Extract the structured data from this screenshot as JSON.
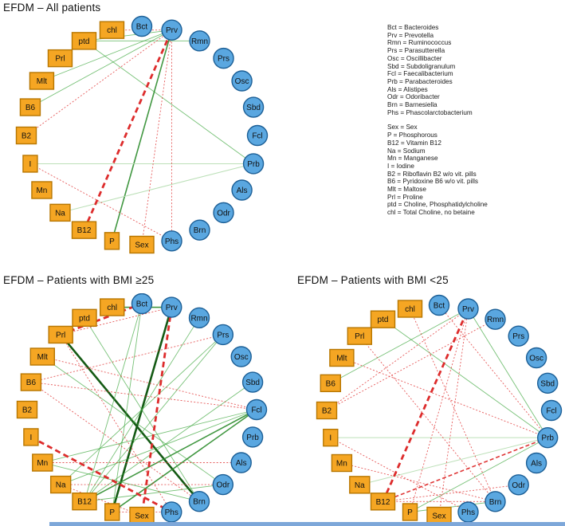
{
  "figure": {
    "titles": {
      "all": "EFDM – All patients",
      "bmi_ge": "EFDM – Patients with BMI ≥25",
      "bmi_lt": "EFDM – Patients with BMI <25"
    }
  },
  "legend": {
    "bacteria": [
      "Bct = Bacteroides",
      "Prv = Prevotella",
      "Rmn = Ruminococcus",
      "Prs = Parasutterella",
      "Osc = Oscillibacter",
      "Sbd = Subdoligranulum",
      "Fcl = Faecalibacterium",
      "Prb = Parabacteroides",
      "Als = Alistipes",
      "Odr = Odoribacter",
      "Brn = Barnesiella",
      "Phs = Phascolarctobacterium"
    ],
    "nutrients": [
      "Sex = Sex",
      "P = Phosphorous",
      "B12 = Vitamin B12",
      "Na = Sodium",
      "Mn = Manganese",
      "I = Iodine",
      "B2 = Riboflavin B2 w/o vit. pills",
      "B6 = Pyridoxine B6 w/o vit. pills",
      "Mlt = Maltose",
      "Prl = Proline",
      "ptd = Choline, Phosphatidylcholine",
      "chl = Total Choline, no betaine"
    ]
  },
  "chart_data": {
    "type": "network",
    "description": "Three circular correlation networks between nutrients (orange squares) and gut bacteria genera (blue circles). Green solid lines = positive associations, red dashed/dotted lines = negative associations; line thickness = association strength.",
    "node_styles": {
      "square": {
        "fill": "#F5A623",
        "stroke": "#B77600",
        "text": "#111111"
      },
      "circle": {
        "fill": "#5AA7E0",
        "stroke": "#1C5F96",
        "text": "#111111"
      }
    },
    "edge_styles": {
      "pos": {
        "color": "#3DA63D",
        "width": 0.9,
        "dash": "",
        "opacity": 0.7
      },
      "pos_pale": {
        "color": "#B5DDB0",
        "width": 1.0,
        "dash": "",
        "opacity": 0.9
      },
      "pos_med": {
        "color": "#2C8C2C",
        "width": 1.6,
        "dash": "",
        "opacity": 0.9
      },
      "pos_strong": {
        "color": "#145A14",
        "width": 2.6,
        "dash": "",
        "opacity": 1
      },
      "neg": {
        "color": "#E03131",
        "width": 0.9,
        "dash": "2,2.2",
        "opacity": 0.8
      },
      "neg_med": {
        "color": "#DD2C2C",
        "width": 1.6,
        "dash": "5,3",
        "opacity": 0.95
      },
      "neg_strong": {
        "color": "#DD2C2C",
        "width": 2.8,
        "dash": "7,4.5",
        "opacity": 1
      }
    },
    "nodes": [
      {
        "id": "Bct",
        "shape": "circle",
        "angle": 90
      },
      {
        "id": "Prv",
        "shape": "circle",
        "angle": 75
      },
      {
        "id": "Rmn",
        "shape": "circle",
        "angle": 60
      },
      {
        "id": "Prs",
        "shape": "circle",
        "angle": 45
      },
      {
        "id": "Osc",
        "shape": "circle",
        "angle": 30
      },
      {
        "id": "Sbd",
        "shape": "circle",
        "angle": 15
      },
      {
        "id": "Fcl",
        "shape": "circle",
        "angle": 0
      },
      {
        "id": "Prb",
        "shape": "circle",
        "angle": -15
      },
      {
        "id": "Als",
        "shape": "circle",
        "angle": -30
      },
      {
        "id": "Odr",
        "shape": "circle",
        "angle": -45
      },
      {
        "id": "Brn",
        "shape": "circle",
        "angle": -60
      },
      {
        "id": "Phs",
        "shape": "circle",
        "angle": -75
      },
      {
        "id": "Sex",
        "shape": "square",
        "angle": -90
      },
      {
        "id": "P",
        "shape": "square",
        "angle": -105
      },
      {
        "id": "B12",
        "shape": "square",
        "angle": -120
      },
      {
        "id": "Na",
        "shape": "square",
        "angle": -135
      },
      {
        "id": "Mn",
        "shape": "square",
        "angle": -150
      },
      {
        "id": "I",
        "shape": "square",
        "angle": -165
      },
      {
        "id": "B2",
        "shape": "square",
        "angle": 180
      },
      {
        "id": "B6",
        "shape": "square",
        "angle": 165
      },
      {
        "id": "Mlt",
        "shape": "square",
        "angle": 150
      },
      {
        "id": "Prl",
        "shape": "square",
        "angle": 135
      },
      {
        "id": "ptd",
        "shape": "square",
        "angle": 120
      },
      {
        "id": "chl",
        "shape": "square",
        "angle": 105
      }
    ],
    "networks": [
      {
        "id": "all",
        "title": "EFDM – All patients",
        "edges": [
          [
            "ptd",
            "Prv",
            "pos"
          ],
          [
            "ptd",
            "Rmn",
            "pos"
          ],
          [
            "ptd",
            "Prb",
            "pos"
          ],
          [
            "Mlt",
            "Prv",
            "pos"
          ],
          [
            "B6",
            "Prv",
            "pos"
          ],
          [
            "P",
            "Prv",
            "pos_med"
          ],
          [
            "I",
            "Prb",
            "pos_pale"
          ],
          [
            "Na",
            "Prb",
            "pos_pale"
          ],
          [
            "chl",
            "Prv",
            "neg"
          ],
          [
            "B2",
            "Prv",
            "neg"
          ],
          [
            "I",
            "Phs",
            "neg"
          ],
          [
            "Sex",
            "Prv",
            "neg"
          ],
          [
            "Phs",
            "Prv",
            "neg"
          ],
          [
            "B12",
            "Prv",
            "neg_strong"
          ]
        ]
      },
      {
        "id": "bmi_ge",
        "title": "EFDM – Patients with BMI ≥25",
        "edges": [
          [
            "P",
            "Prv",
            "pos_strong"
          ],
          [
            "Prl",
            "Brn",
            "pos_strong"
          ],
          [
            "chl",
            "Prv",
            "pos_med"
          ],
          [
            "B12",
            "Fcl",
            "pos_med"
          ],
          [
            "P",
            "Fcl",
            "pos_med"
          ],
          [
            "ptd",
            "Brn",
            "pos"
          ],
          [
            "Bct",
            "B12",
            "pos"
          ],
          [
            "Bct",
            "P",
            "pos"
          ],
          [
            "Rmn",
            "B12",
            "pos"
          ],
          [
            "Prs",
            "B12",
            "pos"
          ],
          [
            "Prs",
            "Na",
            "pos"
          ],
          [
            "Sbd",
            "B12",
            "pos"
          ],
          [
            "Fcl",
            "Mn",
            "pos"
          ],
          [
            "Fcl",
            "Na",
            "pos"
          ],
          [
            "Mlt",
            "Odr",
            "pos"
          ],
          [
            "B12",
            "Odr",
            "pos"
          ],
          [
            "Mn",
            "Brn",
            "pos"
          ],
          [
            "Prl",
            "Bct",
            "neg_strong"
          ],
          [
            "Prv",
            "Sex",
            "neg_strong"
          ],
          [
            "I",
            "Phs",
            "neg_strong"
          ],
          [
            "Prl",
            "Prv",
            "neg"
          ],
          [
            "B6",
            "Prs",
            "neg"
          ],
          [
            "B6",
            "Fcl",
            "neg"
          ],
          [
            "B6",
            "Brn",
            "neg"
          ],
          [
            "Mlt",
            "Fcl",
            "neg"
          ],
          [
            "Mn",
            "Als",
            "neg"
          ],
          [
            "Na",
            "Odr",
            "neg"
          ],
          [
            "Na",
            "Sex",
            "neg"
          ],
          [
            "P",
            "Phs",
            "neg"
          ],
          [
            "Prl",
            "Phs",
            "neg"
          ]
        ]
      },
      {
        "id": "bmi_lt",
        "title": "EFDM – Patients with BMI <25",
        "edges": [
          [
            "B6",
            "Prv",
            "pos"
          ],
          [
            "ptd",
            "Prb",
            "pos"
          ],
          [
            "Prv",
            "Prb",
            "pos"
          ],
          [
            "P",
            "Brn",
            "pos"
          ],
          [
            "P",
            "Prb",
            "pos"
          ],
          [
            "I",
            "Prb",
            "pos_pale"
          ],
          [
            "Na",
            "Prb",
            "pos_pale"
          ],
          [
            "B12",
            "Prv",
            "neg_strong"
          ],
          [
            "B12",
            "Prb",
            "neg_med"
          ],
          [
            "Prv",
            "Sex",
            "neg"
          ],
          [
            "Prv",
            "P",
            "neg"
          ],
          [
            "Prl",
            "Brn",
            "neg"
          ],
          [
            "B2",
            "Rmn",
            "neg"
          ],
          [
            "B2",
            "Prv",
            "neg"
          ],
          [
            "Bct",
            "Prb",
            "neg"
          ],
          [
            "Mlt",
            "Prb",
            "neg"
          ],
          [
            "I",
            "Phs",
            "neg"
          ],
          [
            "Mn",
            "Brn",
            "neg"
          ],
          [
            "B12",
            "Brn",
            "neg"
          ],
          [
            "B12",
            "Odr",
            "neg"
          ],
          [
            "chl",
            "Brn",
            "neg"
          ]
        ]
      }
    ]
  }
}
